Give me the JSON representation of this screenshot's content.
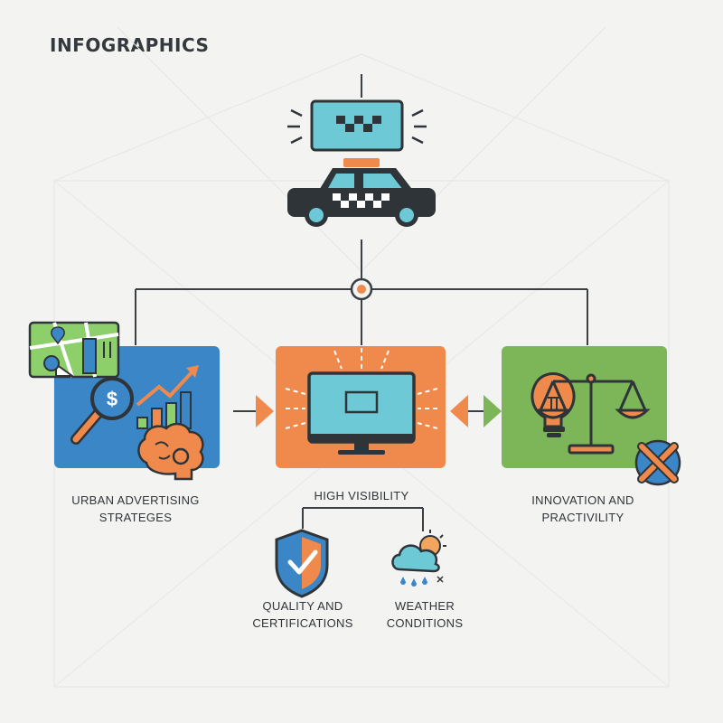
{
  "title": "INFOGRAPHICS",
  "colors": {
    "blue": "#3b86c6",
    "orange": "#ef8a4c",
    "green": "#7cb658",
    "dark": "#2f3438",
    "teal": "#6ec9d6",
    "background": "#f3f3f2"
  },
  "nodes": {
    "taxi": {
      "icon": "taxi-icon",
      "sign_icon": "taxi-top-sign-icon"
    },
    "left": {
      "line1": "URBAN ADVERTISING",
      "line2": "STRATEGES",
      "icons": [
        "map-icon",
        "magnifier-dollar-icon",
        "growth-chart-icon",
        "brain-gear-icon"
      ]
    },
    "center": {
      "line1": "HIGH VISIBILITY",
      "icons": [
        "monitor-icon"
      ]
    },
    "right": {
      "line1": "INNOVATION AND",
      "line2": "PRACTIVILITY",
      "icons": [
        "lightbulb-icon",
        "balance-scale-icon",
        "wrench-icon"
      ]
    },
    "quality": {
      "line1": "QUALITY AND",
      "line2": "CERTIFICATIONS",
      "icons": [
        "shield-check-icon"
      ]
    },
    "weather": {
      "line1": "WEATHER",
      "line2": "CONDITIONS",
      "icons": [
        "cloud-sun-rain-icon"
      ]
    }
  }
}
